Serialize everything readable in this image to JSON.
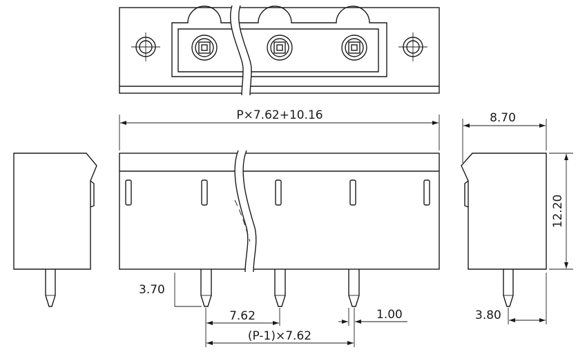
{
  "dimensions": {
    "total_length": "P×7.62+10.16",
    "depth": "8.70",
    "height": "12.20",
    "pin_length": "3.70",
    "pin_pitch": "7.62",
    "pin_width": "1.00",
    "pin_span": "(P-1)×7.62",
    "side_pin_offset": "3.80"
  },
  "colors": {
    "line": "#1a1a1a",
    "background": "#ffffff"
  }
}
